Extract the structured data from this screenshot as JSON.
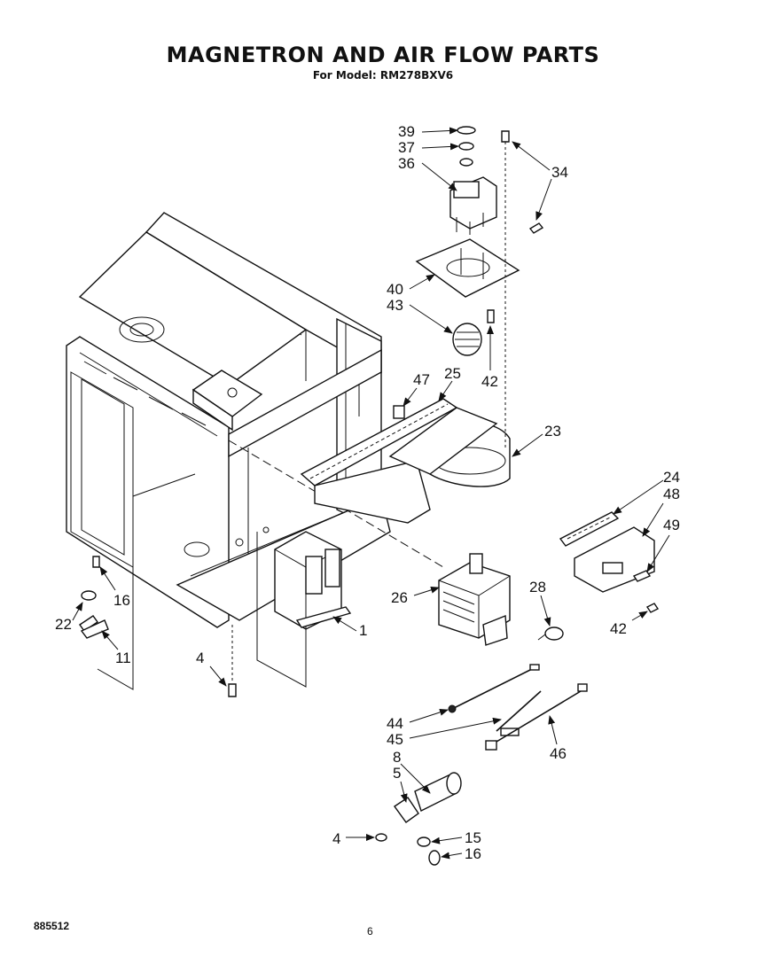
{
  "header": {
    "title": "MAGNETRON AND AIR FLOW PARTS",
    "subtitle": "For Model: RM278BXV6"
  },
  "footer": {
    "code": "885512",
    "page": "6"
  },
  "callouts": [
    {
      "id": "39",
      "label": "39"
    },
    {
      "id": "37",
      "label": "37"
    },
    {
      "id": "36",
      "label": "36"
    },
    {
      "id": "34",
      "label": "34"
    },
    {
      "id": "40",
      "label": "40"
    },
    {
      "id": "43",
      "label": "43"
    },
    {
      "id": "42a",
      "label": "42"
    },
    {
      "id": "47",
      "label": "47"
    },
    {
      "id": "25",
      "label": "25"
    },
    {
      "id": "23",
      "label": "23"
    },
    {
      "id": "24",
      "label": "24"
    },
    {
      "id": "48",
      "label": "48"
    },
    {
      "id": "49",
      "label": "49"
    },
    {
      "id": "26",
      "label": "26"
    },
    {
      "id": "28",
      "label": "28"
    },
    {
      "id": "42b",
      "label": "42"
    },
    {
      "id": "16a",
      "label": "16"
    },
    {
      "id": "22",
      "label": "22"
    },
    {
      "id": "11",
      "label": "11"
    },
    {
      "id": "1",
      "label": "1"
    },
    {
      "id": "4a",
      "label": "4"
    },
    {
      "id": "44",
      "label": "44"
    },
    {
      "id": "45",
      "label": "45"
    },
    {
      "id": "46",
      "label": "46"
    },
    {
      "id": "8",
      "label": "8"
    },
    {
      "id": "5",
      "label": "5"
    },
    {
      "id": "4b",
      "label": "4"
    },
    {
      "id": "15",
      "label": "15"
    },
    {
      "id": "16b",
      "label": "16"
    }
  ]
}
